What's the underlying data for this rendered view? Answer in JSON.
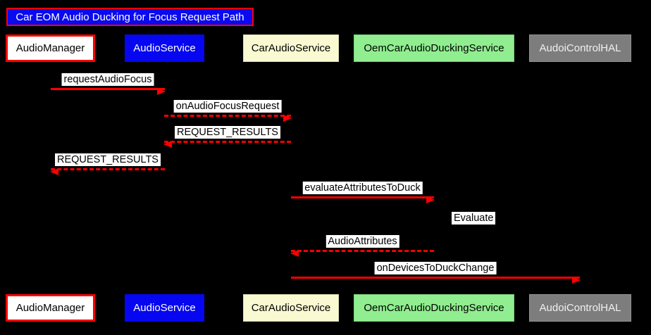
{
  "diagram": {
    "type": "sequence",
    "title": "Car EOM Audio Ducking for Focus Request Path",
    "colors": {
      "background": "#000000",
      "arrow": "#ff0000",
      "title_bg": "#0a0af0",
      "title_border": "#ff0000",
      "title_text": "#ffffff",
      "message_label_bg": "#ffffff",
      "message_label_text": "#000000",
      "audiomanager_fill": "#ffffff",
      "audiomanager_border": "#ff0000",
      "audioservice_fill": "#0606f0",
      "caraudioservice_fill": "#fafad2",
      "oem_fill": "#90ee90",
      "hal_fill": "#7d7d7d"
    },
    "participants": [
      {
        "name": "AudioManager"
      },
      {
        "name": "AudioService"
      },
      {
        "name": "CarAudioService"
      },
      {
        "name": "OemCarAudioDuckingService"
      },
      {
        "name": "AudoiControlHAL"
      }
    ],
    "messages": [
      {
        "label": "requestAudioFocus",
        "from": "AudioManager",
        "to": "AudioService",
        "style": "solid",
        "direction": "right"
      },
      {
        "label": "onAudioFocusRequest",
        "from": "AudioService",
        "to": "CarAudioService",
        "style": "dashed",
        "direction": "right"
      },
      {
        "label": "REQUEST_RESULTS",
        "from": "CarAudioService",
        "to": "AudioService",
        "style": "dashed",
        "direction": "left"
      },
      {
        "label": "REQUEST_RESULTS",
        "from": "AudioService",
        "to": "AudioManager",
        "style": "dashed",
        "direction": "left"
      },
      {
        "label": "evaluateAttributesToDuck",
        "from": "CarAudioService",
        "to": "OemCarAudioDuckingService",
        "style": "solid",
        "direction": "right"
      },
      {
        "label": "Evaluate",
        "from": "OemCarAudioDuckingService",
        "to": "OemCarAudioDuckingService",
        "style": "self",
        "direction": "self"
      },
      {
        "label": "AudioAttributes",
        "from": "OemCarAudioDuckingService",
        "to": "CarAudioService",
        "style": "dashed",
        "direction": "left"
      },
      {
        "label": "onDevicesToDuckChange",
        "from": "CarAudioService",
        "to": "AudoiControlHAL",
        "style": "solid",
        "direction": "right"
      }
    ]
  }
}
